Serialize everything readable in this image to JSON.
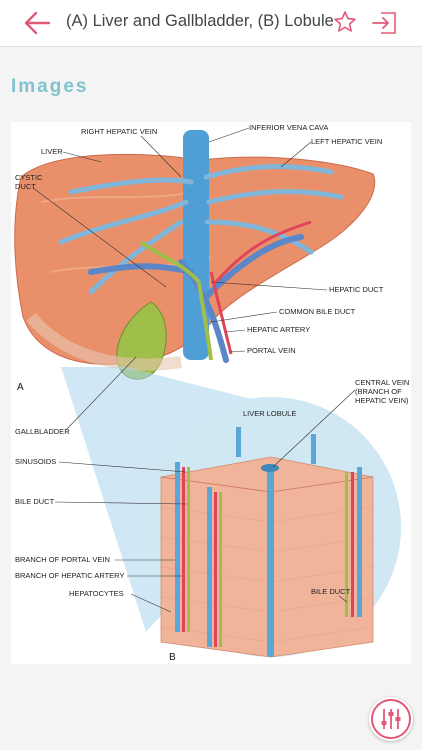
{
  "header": {
    "title": "(A) Liver and Gallbladder, (B) Lobule"
  },
  "section": {
    "title": "Images"
  },
  "figure": {
    "panel_a": "A",
    "panel_b": "B",
    "labels": {
      "right_hepatic_vein": "RIGHT HEPATIC VEIN",
      "inferior_vena_cava": "INFERIOR VENA CAVA",
      "left_hepatic_vein": "LEFT HEPATIC VEIN",
      "liver": "LIVER",
      "cystic_duct_1": "CYSTIC",
      "cystic_duct_2": "DUCT",
      "hepatic_duct": "HEPATIC DUCT",
      "common_bile_duct": "COMMON BILE DUCT",
      "hepatic_artery": "HEPATIC ARTERY",
      "portal_vein": "PORTAL VEIN",
      "gallbladder": "GALLBLADDER",
      "central_vein_1": "CENTRAL VEIN",
      "central_vein_2": "(BRANCH OF",
      "central_vein_3": "HEPATIC VEIN)",
      "liver_lobule": "LIVER LOBULE",
      "sinusoids": "SINUSOIDS",
      "bile_duct_left": "BILE DUCT",
      "branch_portal_vein": "BRANCH OF PORTAL VEIN",
      "branch_hepatic_artery": "BRANCH OF HEPATIC ARTERY",
      "bile_duct_right": "BILE DUCT",
      "hepatocytes": "HEPATOCYTES"
    }
  },
  "colors": {
    "accent": "#e05a78",
    "section_title": "#7fc3cf",
    "liver": "#e9906a",
    "vein_blue": "#5aa6d6",
    "artery_red": "#e0445a",
    "bile_green": "#9fbf4a"
  }
}
